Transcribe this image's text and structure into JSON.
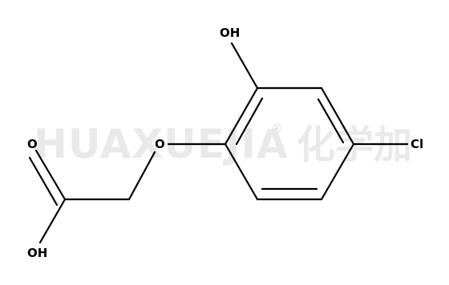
{
  "watermark": {
    "brand": "HUAXUEJIA",
    "registered_mark": "®",
    "chinese": "化学加"
  },
  "molecule": {
    "atoms": {
      "hydroxyl_top": "OH",
      "ether_oxygen": "O",
      "carbonyl_oxygen": "O",
      "acid_hydroxyl": "OH",
      "chlorine": "Cl"
    }
  }
}
